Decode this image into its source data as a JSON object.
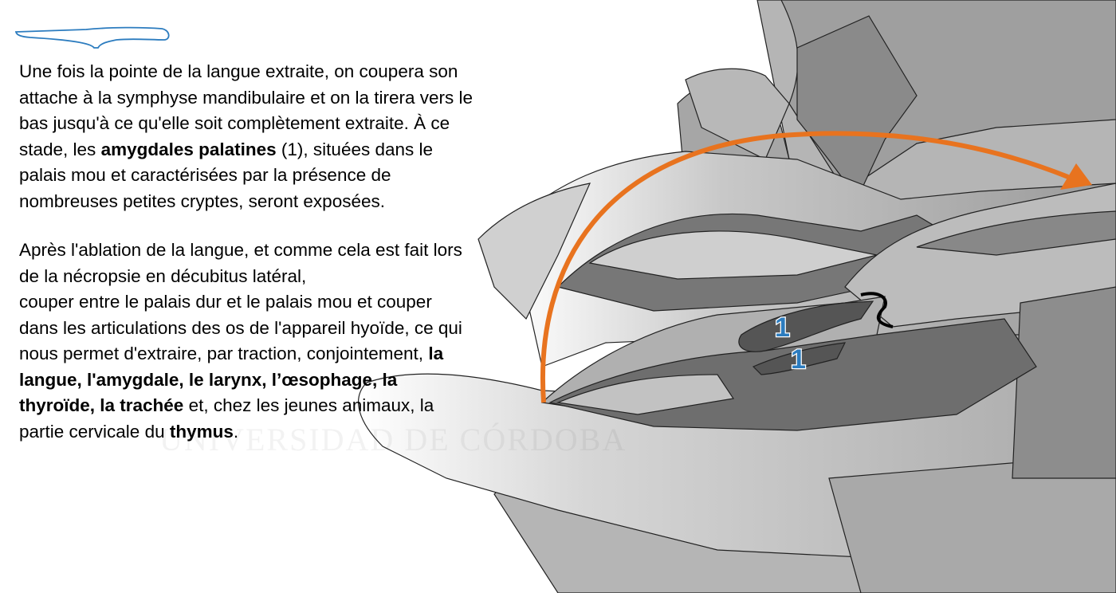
{
  "icons": {
    "knife": "knife-icon",
    "accent": "#e8731f",
    "label_color": "#2c7cbf"
  },
  "watermark": "UNIVERSIDAD DE CÓRDOBA",
  "labels": [
    "1",
    "1"
  ],
  "p1": {
    "l1": "Une fois la pointe de la langue extraite, on coupera son",
    "l2": "attache à la symphyse mandibulaire et on la tirera vers le",
    "l3": "bas jusqu'à ce qu'elle soit complètement extraite. À ce",
    "l4a": "stade, les ",
    "l4b": "amygdales palatines",
    "l4c": " (1), situées dans le",
    "l5": "palais mou et caractérisées par la présence de",
    "l6": "nombreuses petites cryptes, seront exposées."
  },
  "p2": {
    "l1": "Après l'ablation de la langue, et comme cela est fait lors",
    "l2": "de la nécropsie en décubitus latéral,",
    "l3": "couper entre le palais dur et le palais mou et couper",
    "l4": "dans les articulations des os de l'appareil hyoïde, ce qui",
    "l5a": "nous permet d'extraire, par traction, conjointement, ",
    "l5b": "la",
    "l6": "langue, l'amygdale, le larynx, l’œsophage, la",
    "l7a": "thyroïde, la trachée",
    "l7b": " et, chez les jeunes animaux, la",
    "l8a": "partie cervicale du ",
    "l8b": "thymus",
    "l8c": "."
  }
}
